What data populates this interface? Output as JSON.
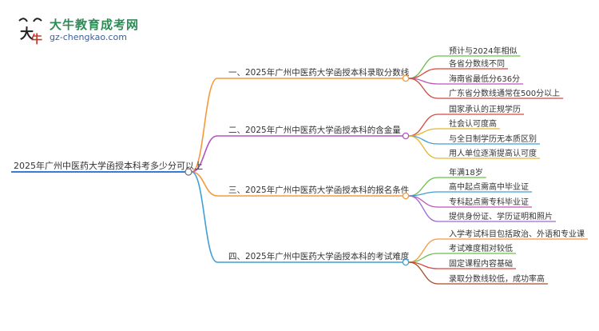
{
  "logo": {
    "icon_name": "bull-logo-icon",
    "title": "大牛教育成考网",
    "url": "gz-chengkao.com"
  },
  "mindmap": {
    "root": "2025年广州中医药大学函授本科考多少分可以上",
    "branches": [
      {
        "label": "一、2025年广州中医药大学函授本科录取分数线",
        "color": "#f59a3c",
        "children": [
          {
            "label": "预计与2024年相似",
            "color": "#6abf4b"
          },
          {
            "label": "各省分数线不同",
            "color": "#d9473e"
          },
          {
            "label": "海南省最低分636分",
            "color": "#c054b8"
          },
          {
            "label": "广东省分数线通常在500分以上",
            "color": "#c94a3f"
          }
        ]
      },
      {
        "label": "二、2025年广州中医药大学函授本科的含金量",
        "color": "#b055c2",
        "children": [
          {
            "label": "国家承认的正规学历",
            "color": "#d9473e"
          },
          {
            "label": "社会认可度高",
            "color": "#e6b62e"
          },
          {
            "label": "与全日制学历无本质区别",
            "color": "#3f9fd6"
          },
          {
            "label": "用人单位逐渐提高认可度",
            "color": "#e6b62e"
          }
        ]
      },
      {
        "label": "三、2025年广州中医药大学函授本科的报名条件",
        "color": "#f59a3c",
        "children": [
          {
            "label": "年满18岁",
            "color": "#6abf4b"
          },
          {
            "label": "高中起点需高中毕业证",
            "color": "#3f9fd6"
          },
          {
            "label": "专科起点需专科毕业证",
            "color": "#c054b8"
          },
          {
            "label": "提供身份证、学历证明和照片",
            "color": "#a06ad0"
          }
        ]
      },
      {
        "label": "四、2025年广州中医药大学函授本科的考试难度",
        "color": "#3f9fd6",
        "children": [
          {
            "label": "入学考试科目包括政治、外语和专业课",
            "color": "#f59a3c"
          },
          {
            "label": "考试难度相对较低",
            "color": "#6abf4b"
          },
          {
            "label": "固定课程内容基础",
            "color": "#d9473e"
          },
          {
            "label": "录取分数线较低，成功率高",
            "color": "#a0522d"
          }
        ]
      }
    ]
  }
}
